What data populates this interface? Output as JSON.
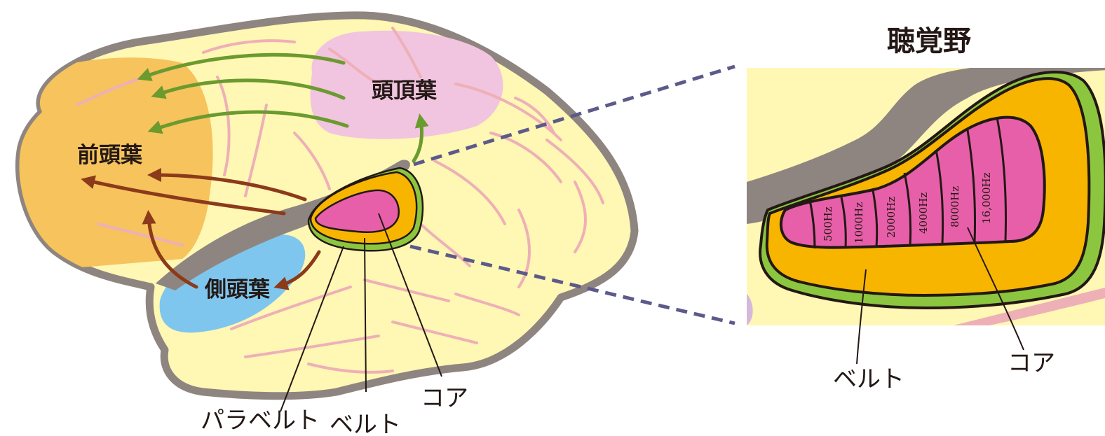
{
  "title": "聴覚野",
  "lobes": {
    "frontal": "前頭葉",
    "parietal": "頭頂葉",
    "temporal": "側頭葉"
  },
  "left_callouts": {
    "parabelt": "パラベルト",
    "belt": "ベルト",
    "core": "コア"
  },
  "zoom_callouts": {
    "belt": "ベルト",
    "core": "コア"
  },
  "frequencies": [
    "500Hz",
    "1000Hz",
    "2000Hz",
    "4000Hz",
    "8000Hz",
    "16,000Hz"
  ],
  "colors": {
    "brain_fill": "#fff7b4",
    "brain_outline": "#8e8580",
    "frontal": "#f6c35c",
    "parietal": "#f1c4df",
    "temporal": "#7fc6ee",
    "parabelt": "#8cc63f",
    "belt": "#f7b500",
    "core": "#e75fa8",
    "sulcus": "#eeb0b7",
    "arrow_green": "#6b9a2e",
    "arrow_brown": "#8b3a1a",
    "dash": "#5c5a8a"
  }
}
